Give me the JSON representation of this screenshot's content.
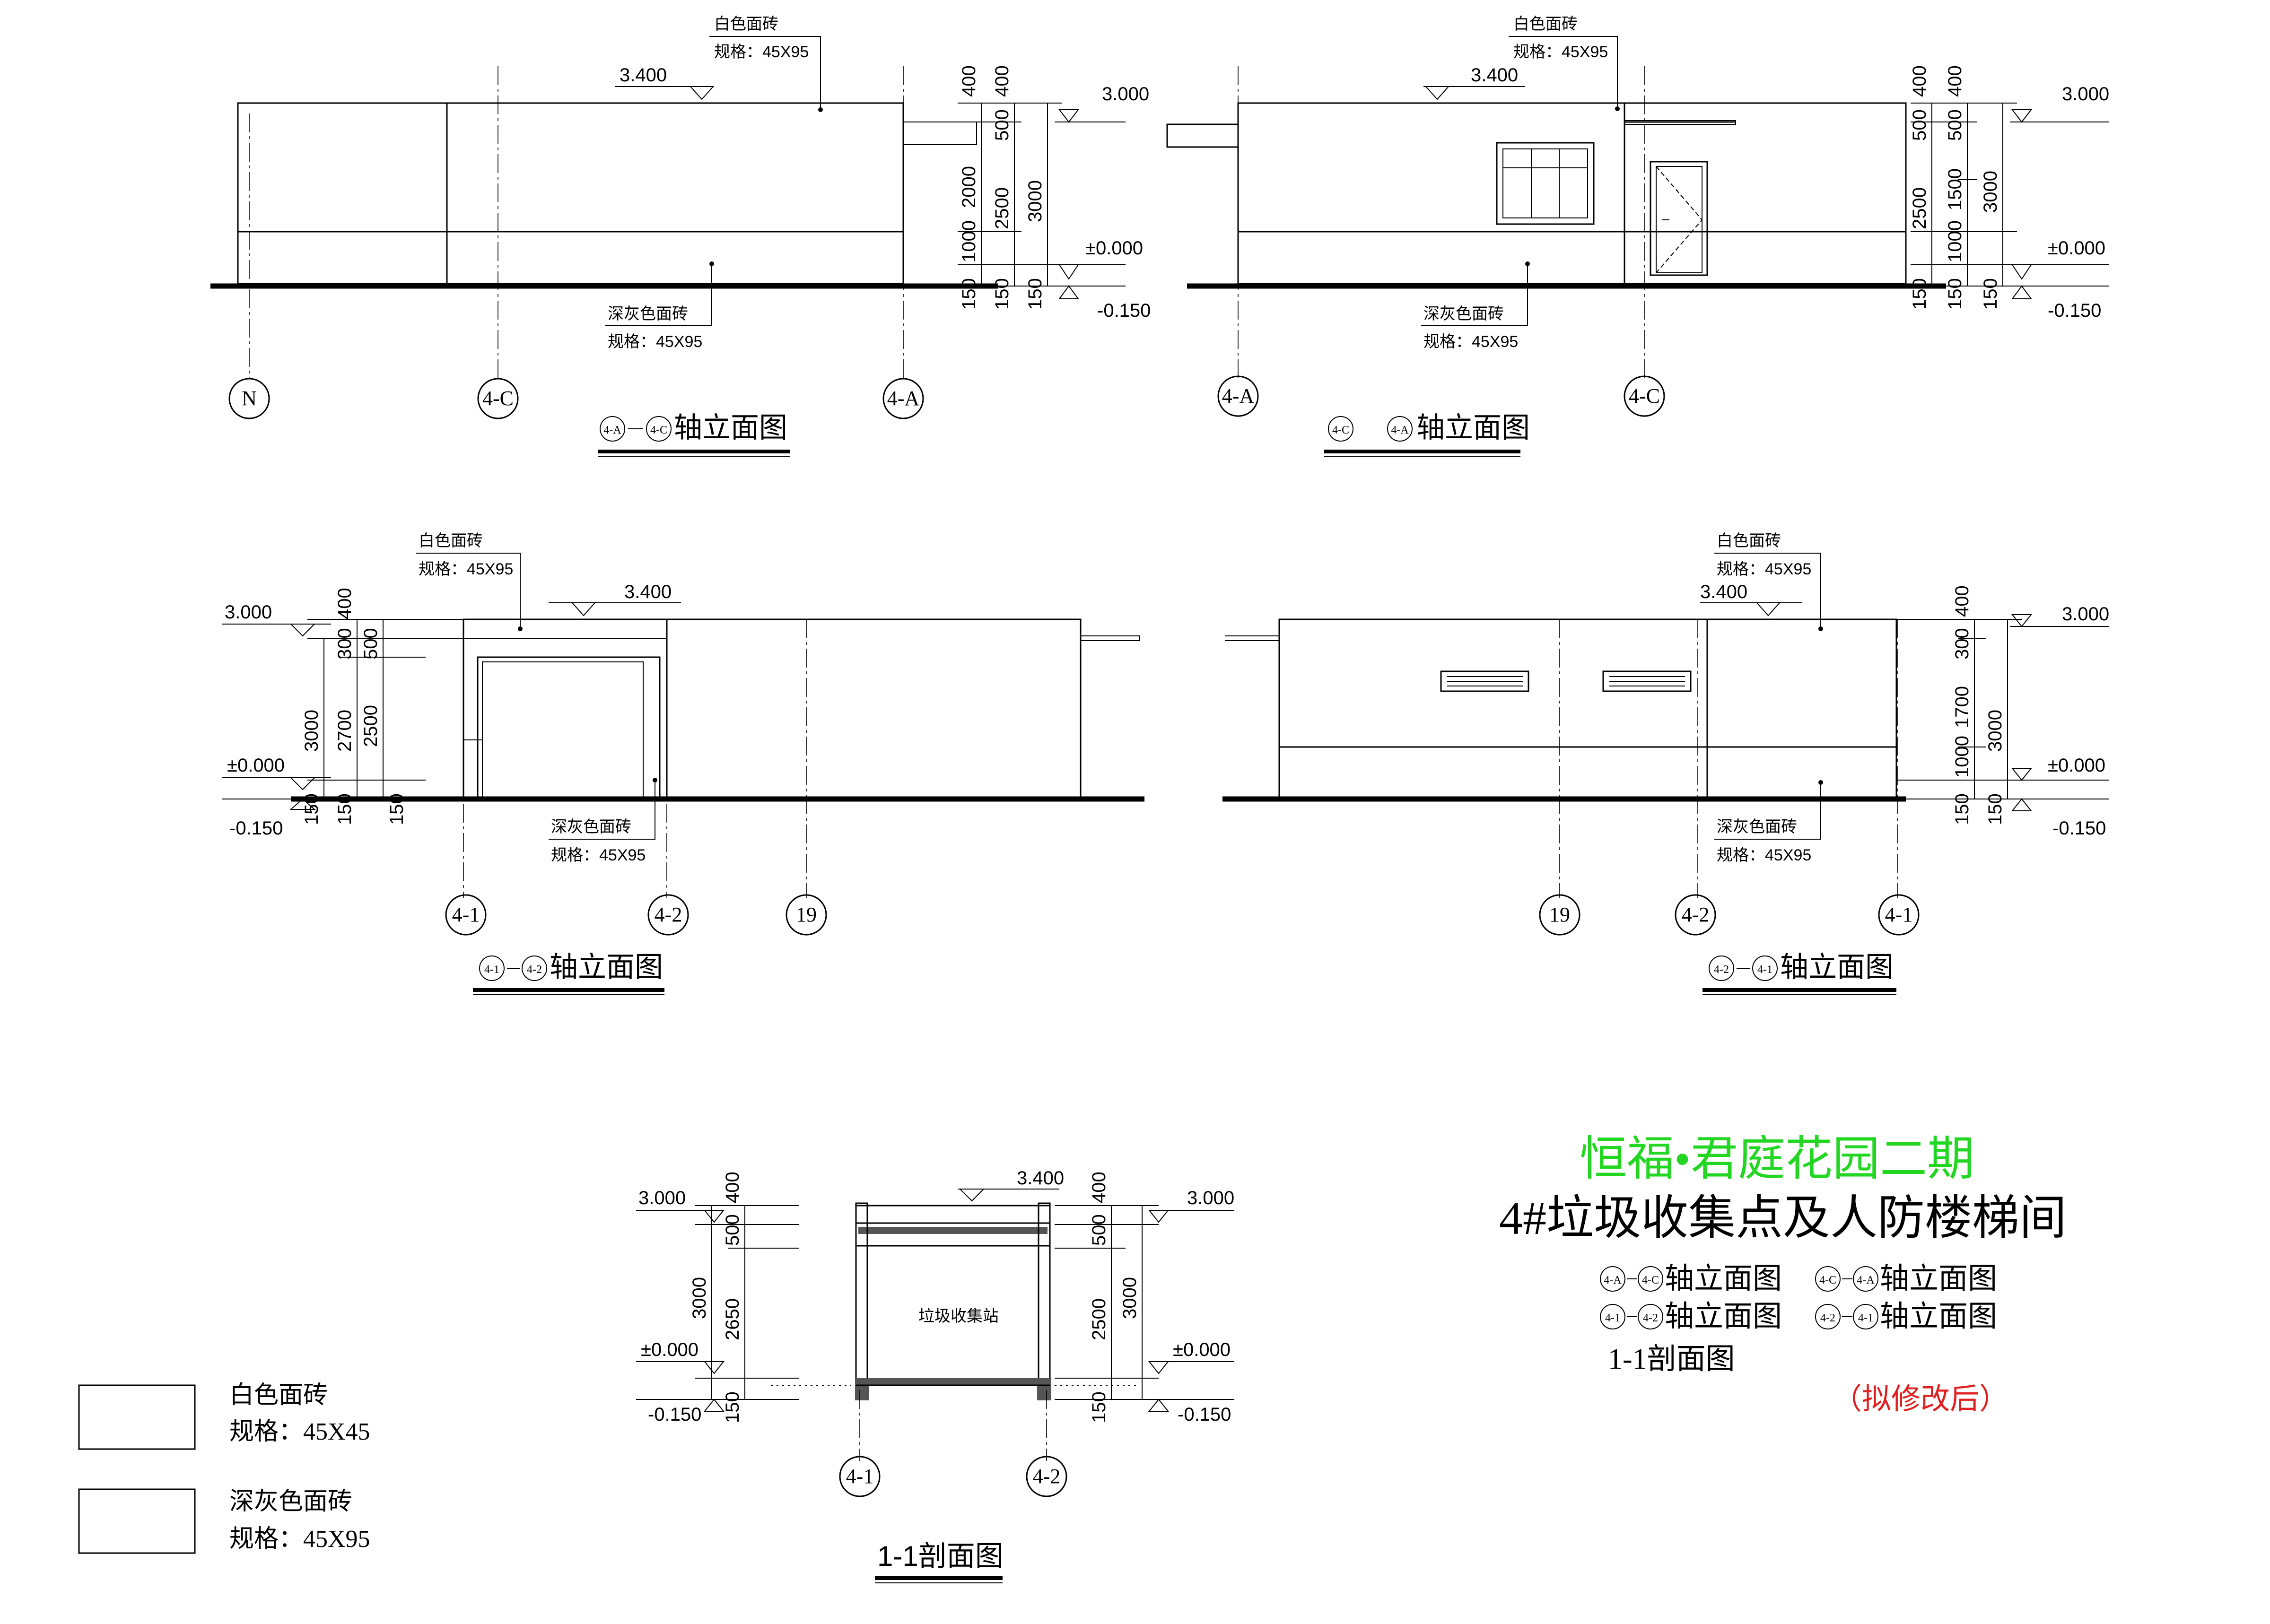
{
  "labels": {
    "white_tile": "白色面砖",
    "dark_tile": "深灰色面砖",
    "spec_45x95": "规格：45X95",
    "spec_45x45": "规格：45X45",
    "garbage_station": "垃圾收集站"
  },
  "elevations": {
    "top": "3.400",
    "roof": "3.000",
    "ground": "±0.000",
    "bottom": "-0.150"
  },
  "views": {
    "v1": {
      "title_a": "4-A",
      "title_b": "4-C",
      "title_suffix": "轴立面图",
      "axes": [
        "N",
        "4-C",
        "4-A"
      ],
      "dims_inner": [
        "400",
        "2000",
        "1000",
        "150"
      ],
      "dims_mid": [
        "400",
        "500",
        "2500",
        "150"
      ],
      "dims_outer": [
        "3000",
        "150"
      ]
    },
    "v2": {
      "title_a": "4-C",
      "title_b": "4-A",
      "title_suffix": "轴立面图",
      "axes": [
        "4-A",
        "4-C"
      ],
      "dims_inner": [
        "400",
        "500",
        "2500",
        "150"
      ],
      "dims_mid": [
        "400",
        "500",
        "1500",
        "1000",
        "150"
      ],
      "dims_outer": [
        "3000",
        "150"
      ]
    },
    "v3": {
      "title_a": "4-1",
      "title_b": "4-2",
      "title_suffix": "轴立面图",
      "axes": [
        "4-1",
        "4-2",
        "19"
      ],
      "dims_outer": [
        "3000",
        "150"
      ],
      "dims_mid": [
        "400",
        "300",
        "2700",
        "150"
      ],
      "dims_inner": [
        "500",
        "2500",
        "150"
      ]
    },
    "v4": {
      "title_a": "4-2",
      "title_b": "4-1",
      "title_suffix": "轴立面图",
      "axes": [
        "19",
        "4-2",
        "4-1"
      ],
      "dims_inner": [
        "400",
        "300",
        "1700",
        "1000",
        "150"
      ],
      "dims_outer": [
        "3000",
        "150"
      ]
    },
    "v5": {
      "title": "1-1剖面图",
      "axes": [
        "4-1",
        "4-2"
      ],
      "dims_left": [
        "400",
        "500",
        "3000",
        "2650",
        "150"
      ],
      "dims_right": [
        "400",
        "500",
        "2500",
        "3000",
        "150"
      ]
    }
  },
  "title_block": {
    "project": "恒福•君庭花园二期",
    "building": "4#垃圾收集点及人防楼梯间",
    "list_suffix": "轴立面图",
    "list": [
      {
        "a": "4-A",
        "b": "4-C"
      },
      {
        "a": "4-C",
        "b": "4-A"
      },
      {
        "a": "4-1",
        "b": "4-2"
      },
      {
        "a": "4-2",
        "b": "4-1"
      }
    ],
    "section": "1-1剖面图",
    "revision": "（拟修改后）"
  },
  "legend": [
    {
      "name": "白色面砖",
      "spec": "规格：45X45"
    },
    {
      "name": "深灰色面砖",
      "spec": "规格：45X95"
    }
  ],
  "colors": {
    "project": "#22d622",
    "revision": "#e02020",
    "line": "#000000"
  }
}
